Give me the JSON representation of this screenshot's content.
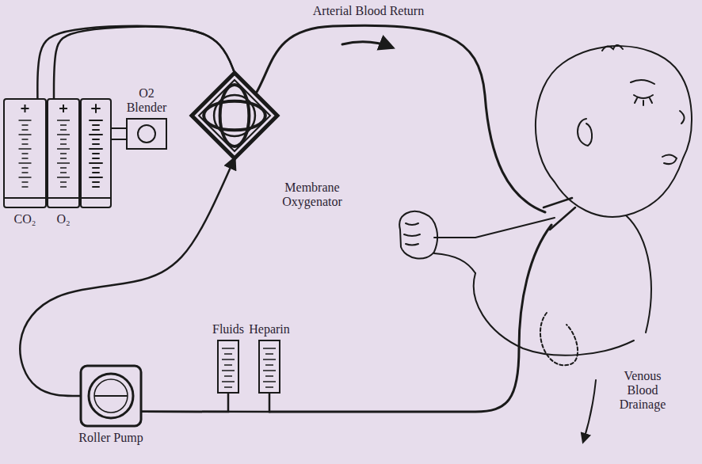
{
  "diagram": {
    "nodes": [
      {
        "text": [
          "CO₂"
        ]
      },
      {
        "text": [
          "O₂"
        ]
      },
      {
        "text": [
          "O2 Blender"
        ]
      },
      {
        "text": [
          "Membrane Oxygenator"
        ]
      },
      {
        "text": [
          "Fluids"
        ]
      },
      {
        "text": [
          "Heparin"
        ]
      },
      {
        "text": [
          "Roller Pump"
        ]
      }
    ],
    "edges": [
      {
        "from": 6,
        "to": 3,
        "arrow": "to"
      },
      {
        "from": 4,
        "to": 6,
        "arrow": "none"
      },
      {
        "from": 5,
        "to": 6,
        "arrow": "none"
      },
      {
        "from": 0,
        "to": 3,
        "arrow": "none"
      },
      {
        "from": 1,
        "to": 3,
        "arrow": "none"
      }
    ],
    "labels": [
      "Arterial Blood Return",
      "Venous Blood Drainage"
    ]
  }
}
